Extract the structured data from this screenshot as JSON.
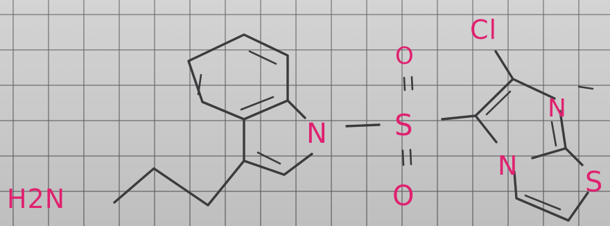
{
  "atoms": {
    "indole_n": "N",
    "amine": "H2N",
    "sulfur": "S",
    "oxygen_top": "O",
    "oxygen_bottom": "O",
    "chlorine": "Cl",
    "thiazole_n_top": "N",
    "thiazole_n_bottom": "N",
    "thiazole_s": "S"
  },
  "colors": {
    "atom_labels": "#e0216f",
    "bonds": "#3b3b3e",
    "paper": "#cfcfcf",
    "grid": "#5a5a5f"
  }
}
